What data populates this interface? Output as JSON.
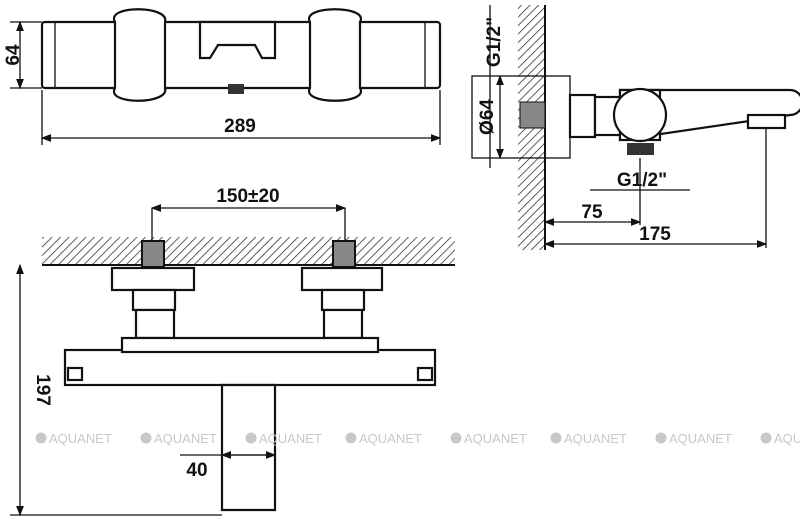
{
  "labels": {
    "top_height": "64",
    "top_width": "289",
    "side_diameter": "Ø64",
    "side_thread_inlet": "G1/2\"",
    "side_thread_outlet": "G1/2\"",
    "side_outlet_depth": "75",
    "side_total_depth": "175",
    "front_inlet_spacing": "150±20",
    "front_height": "197",
    "front_spout_width": "40"
  },
  "watermark": "AQUANET"
}
